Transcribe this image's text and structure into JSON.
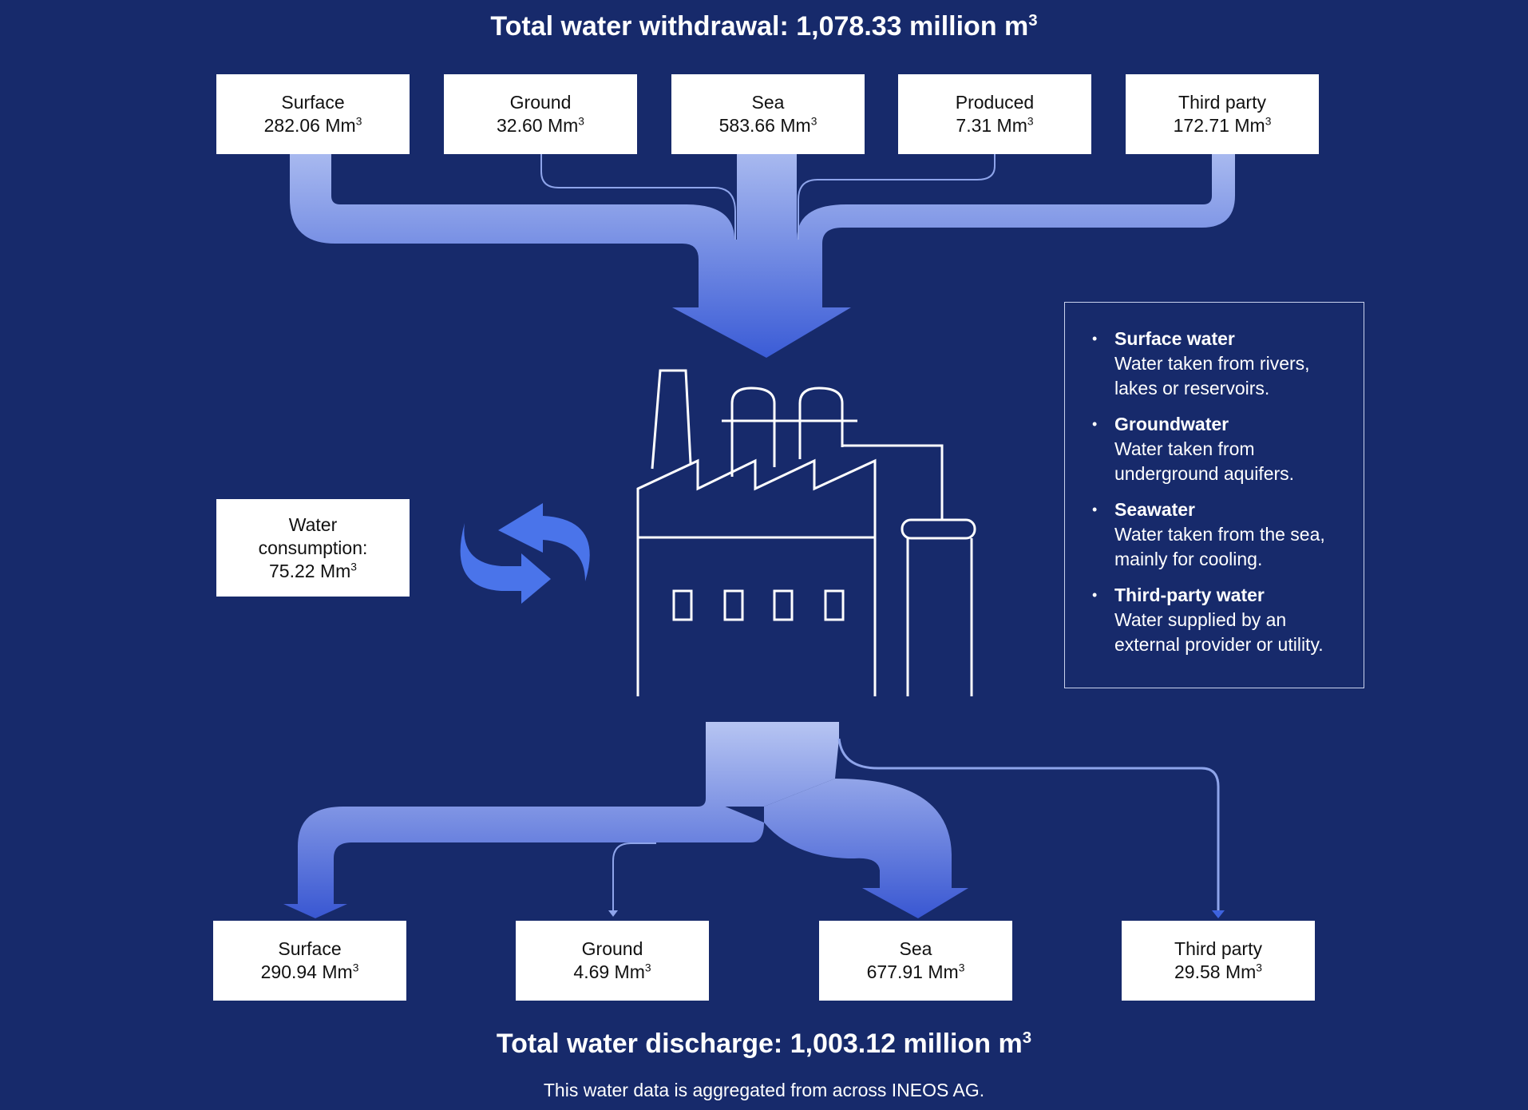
{
  "withdrawal": {
    "title": "Total water withdrawal: 1,078.33 million m",
    "sup": "3",
    "sources": [
      {
        "name": "Surface",
        "value": "282.06 Mm"
      },
      {
        "name": "Ground",
        "value": "32.60 Mm"
      },
      {
        "name": "Sea",
        "value": "583.66 Mm"
      },
      {
        "name": "Produced",
        "value": "7.31 Mm"
      },
      {
        "name": "Third party",
        "value": "172.71 Mm"
      }
    ]
  },
  "consumption": {
    "line1": "Water",
    "line2": "consumption:",
    "value": "75.22 Mm"
  },
  "legend": {
    "bullet": "•",
    "items": [
      {
        "title": "Surface water",
        "desc": "Water taken from rivers, lakes or reservoirs."
      },
      {
        "title": "Groundwater",
        "desc": "Water taken from underground aquifers."
      },
      {
        "title": "Seawater",
        "desc": "Water taken from the sea, mainly for cooling."
      },
      {
        "title": "Third-party water",
        "desc": "Water supplied by an external provider or utility."
      }
    ]
  },
  "discharge": {
    "title": "Total water discharge: 1,003.12 million m",
    "sup": "3",
    "destinations": [
      {
        "name": "Surface",
        "value": "290.94 Mm"
      },
      {
        "name": "Ground",
        "value": "4.69 Mm"
      },
      {
        "name": "Sea",
        "value": "677.91 Mm"
      },
      {
        "name": "Third party",
        "value": "29.58 Mm"
      }
    ]
  },
  "unit_sup": "3",
  "footnote": "This water data is aggregated from across INEOS AG.",
  "colors": {
    "background": "#172a6b",
    "flow_light": "#a7b8ef",
    "flow_dark": "#3a5bd6",
    "recycle_icon": "#4a74ea",
    "box": "#ffffff"
  },
  "icons": {
    "factory": "factory-icon",
    "recycle": "recycle-arrows-icon"
  }
}
